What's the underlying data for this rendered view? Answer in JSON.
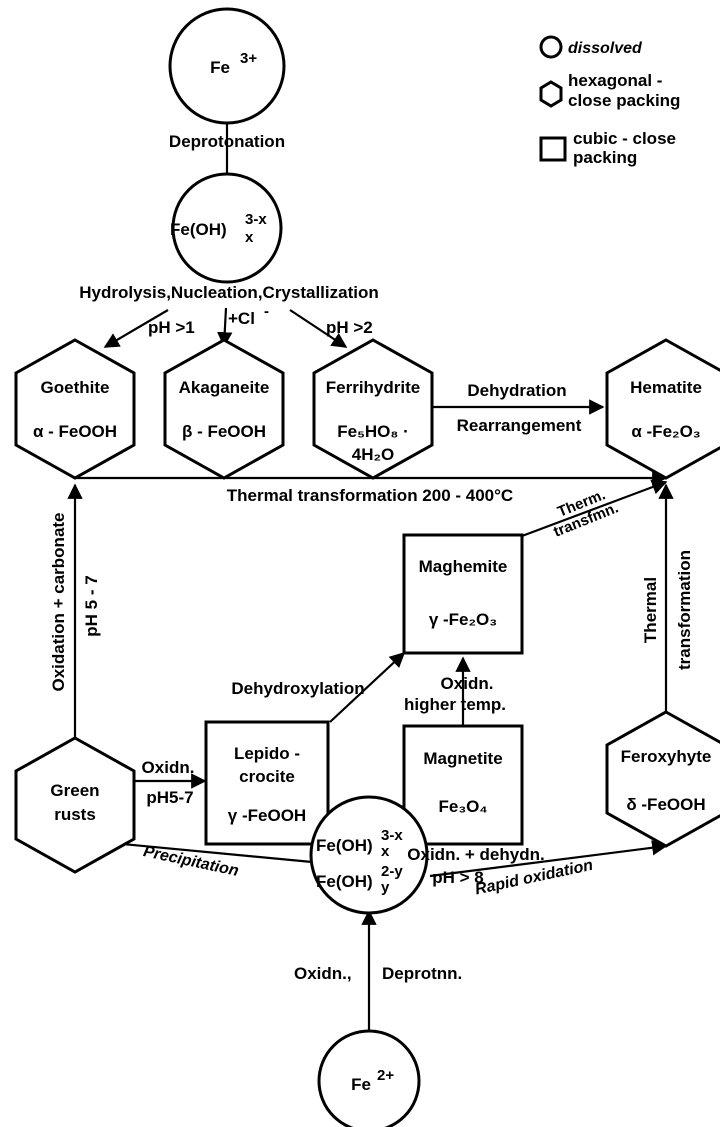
{
  "legend": {
    "dissolved": "dissolved",
    "hexagonal": [
      "hexagonal -",
      "close packing"
    ],
    "cubic": [
      "cubic - close",
      "packing"
    ]
  },
  "nodes": {
    "fe3": {
      "name": "Fe",
      "charge": "3+",
      "shape": "circle"
    },
    "fe_oh_x": {
      "lines": [
        "Fe(OH)",
        "3-x",
        "x"
      ],
      "shape": "circle"
    },
    "goethite": {
      "name": "Goethite",
      "formula": "α - FeOOH",
      "shape": "hexagon"
    },
    "akaganeite": {
      "name": "Akaganeite",
      "formula": "β - FeOOH",
      "shape": "hexagon"
    },
    "ferrihydrite": {
      "name": "Ferrihydrite",
      "formula": [
        "Fe₅HO₈ ·",
        "4H₂O"
      ],
      "shape": "hexagon"
    },
    "hematite": {
      "name": "Hematite",
      "formula": "α -Fe₂O₃",
      "shape": "hexagon"
    },
    "maghemite": {
      "name": "Maghemite",
      "formula": "γ -Fe₂O₃",
      "shape": "square"
    },
    "green_rusts": {
      "name": [
        "Green",
        "rusts"
      ],
      "shape": "hexagon"
    },
    "lepidocrocite": {
      "name": [
        "Lepido -",
        "crocite"
      ],
      "formula": "γ -FeOOH",
      "shape": "square"
    },
    "magnetite": {
      "name": "Magnetite",
      "formula": "Fe₃O₄",
      "shape": "square"
    },
    "feroxyhyte": {
      "name": "Feroxyhyte",
      "formula": "δ -FeOOH",
      "shape": "hexagon"
    },
    "fe_oh_mixed": {
      "line1": "Fe(OH)",
      "sup1": "3-x",
      "sub1": "x",
      "line2": "Fe(OH)",
      "sup2": "2-y",
      "sub2": "y",
      "shape": "circle"
    },
    "fe2": {
      "name": "Fe",
      "charge": "2+",
      "shape": "circle"
    }
  },
  "edges": {
    "deprotonation": "Deprotonation",
    "hydrolysis": "Hydrolysis,Nucleation,Crystallization",
    "ph_gt_1": "pH >1",
    "plus_cl": "+Cl",
    "cl_sup": "-",
    "ph_gt_2": "pH >2",
    "dehydration": "Dehydration",
    "rearrangement": "Rearrangement",
    "thermal_200_400": "Thermal transformation 200 - 400°C",
    "therm_transfmn": [
      "Therm.",
      "transfmn."
    ],
    "oxidation_carbonate": "Oxidation + carbonate",
    "ph_5_7_vertical": "pH 5 - 7",
    "thermal_transformation": [
      "Thermal",
      "transformation"
    ],
    "dehydroxylation": "Dehydroxylation",
    "oxidn_higher_temp": [
      "Oxidn.",
      "higher temp."
    ],
    "oxidn": "Oxidn.",
    "ph5_7": "pH5-7",
    "oxidn_dehydn": "Oxidn. + dehydn.",
    "ph_gt_8": "pH > 8",
    "precipitation": "Precipitation",
    "rapid_oxidation": "Rapid oxidation",
    "oxidn_comma": "Oxidn.,",
    "deprotnn": "Deprotnn."
  }
}
